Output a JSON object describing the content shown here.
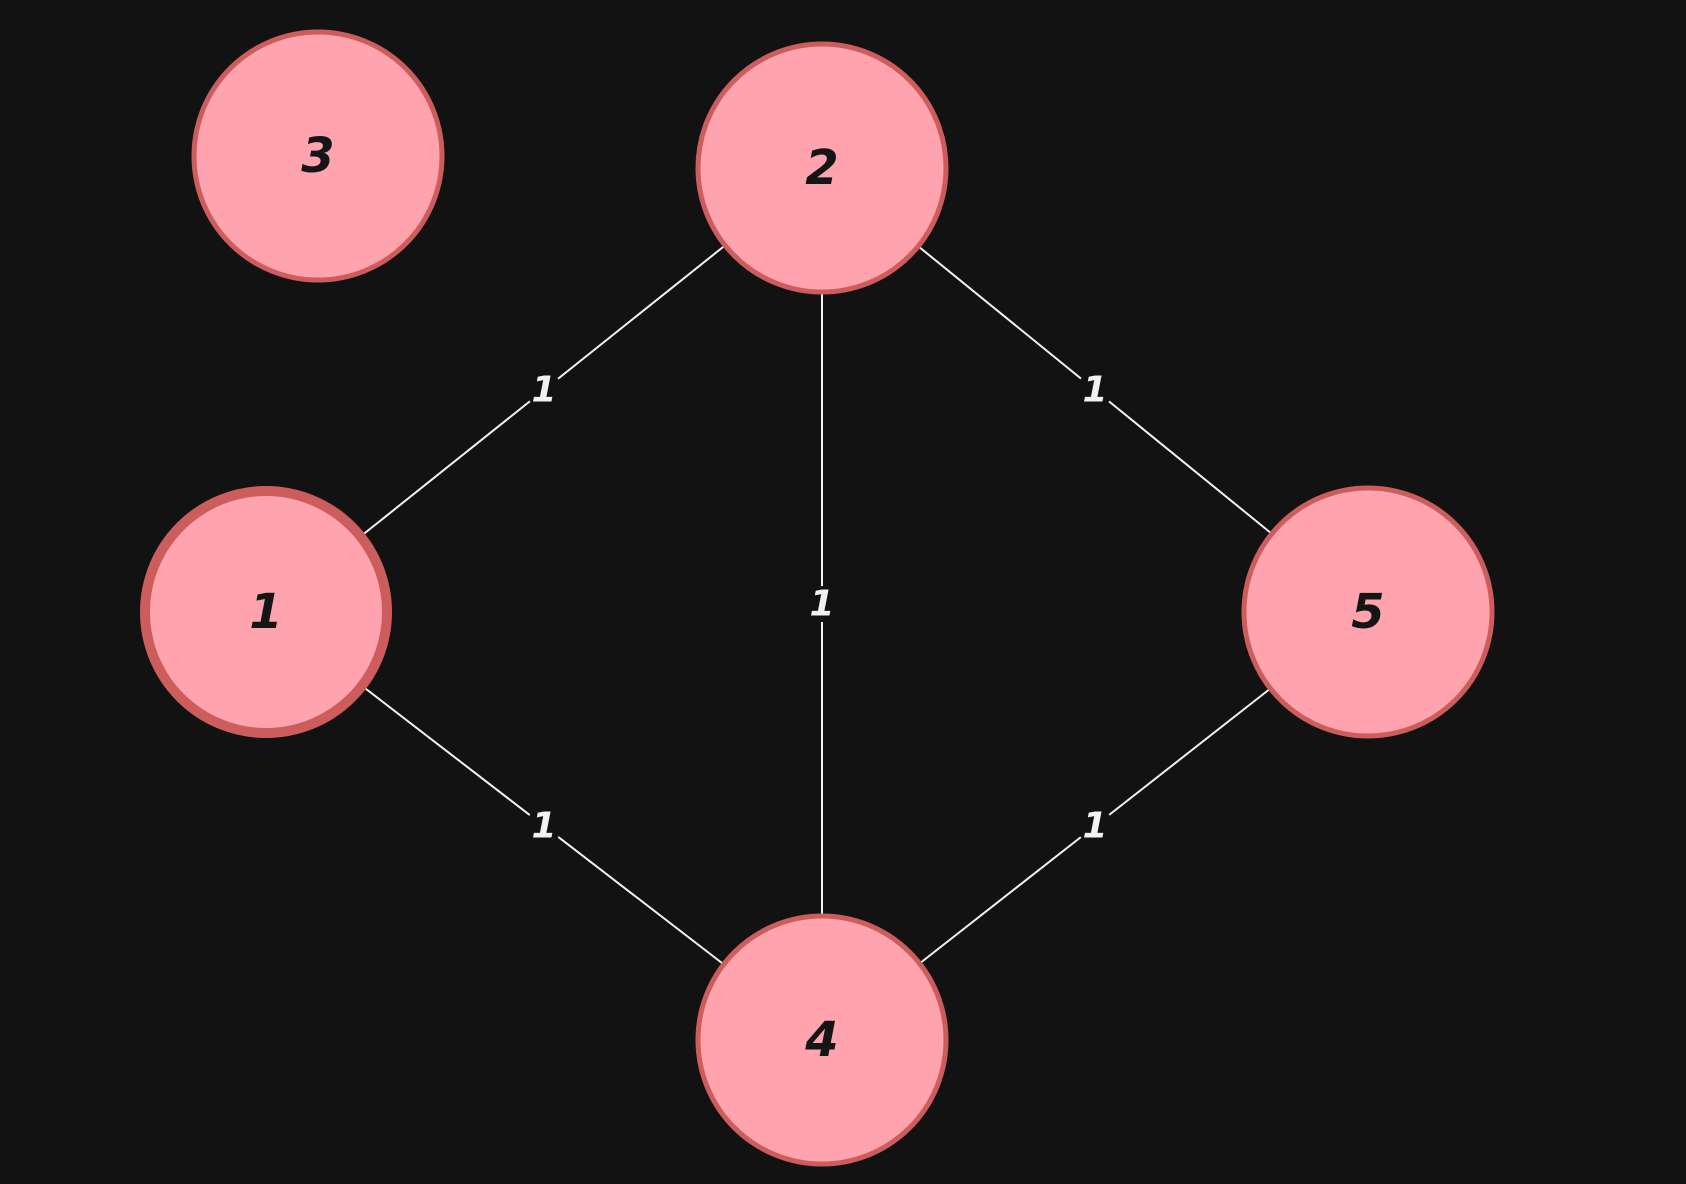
{
  "graph": {
    "nodes": [
      {
        "id": "3",
        "label": "3"
      },
      {
        "id": "2",
        "label": "2"
      },
      {
        "id": "1",
        "label": "1"
      },
      {
        "id": "5",
        "label": "5"
      },
      {
        "id": "4",
        "label": "4"
      }
    ],
    "edges": [
      {
        "from": "1",
        "to": "2",
        "label": "1"
      },
      {
        "from": "2",
        "to": "5",
        "label": "1"
      },
      {
        "from": "2",
        "to": "4",
        "label": "1"
      },
      {
        "from": "1",
        "to": "4",
        "label": "1"
      },
      {
        "from": "5",
        "to": "4",
        "label": "1"
      }
    ]
  },
  "colors": {
    "background": "#121212",
    "node_fill": "#ffa4ae",
    "node_border": "#cd5d5d",
    "edge": "#f2f2f2",
    "node_text": "#151515"
  }
}
